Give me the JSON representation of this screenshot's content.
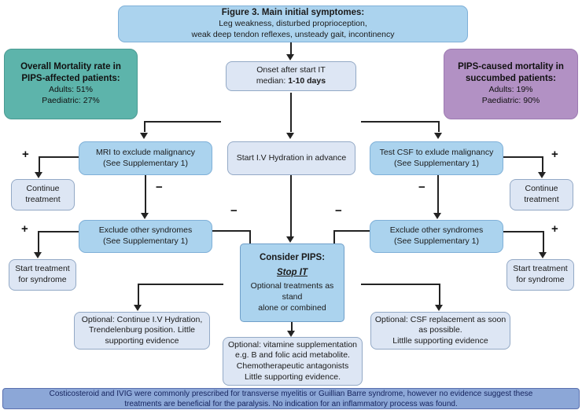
{
  "title_box": {
    "line1": "Figure 3. Main initial symptomes:",
    "line2": "Leg weakness, disturbed proprioception,",
    "line3": "weak deep tendon reflexes, unsteady gait, incontinency"
  },
  "mortality_overall": {
    "line1": "Overall Mortality rate in",
    "line2": "PIPS-affected patients:",
    "adults": "Adults: 51%",
    "paediatric": "Paediatric: 27%"
  },
  "mortality_pips": {
    "line1": "PIPS-caused mortality in",
    "line2": "succumbed patients:",
    "adults": "Adults: 19%",
    "paediatric": "Paediatric: 90%"
  },
  "onset": {
    "line1": "Onset after start IT",
    "median_label": "median: ",
    "median_value": "1-10 days"
  },
  "mri": {
    "line1": "MRI to exclude malignancy",
    "line2": "(See Supplementary 1)"
  },
  "hydration": {
    "line1": "Start I.V Hydration in advance"
  },
  "csf": {
    "line1": "Test CSF to exlude malignancy",
    "line2": "(See Supplementary 1)"
  },
  "continue_box": {
    "line1": "Continue",
    "line2": "treatment"
  },
  "exclude_box": {
    "line1": "Exclude other syndromes",
    "line2": "(See Supplementary 1)"
  },
  "start_treatment_box": {
    "line1": "Start treatment",
    "line2": "for syndrome"
  },
  "consider": {
    "title": "Consider PIPS:",
    "stop": "Stop IT",
    "line1": "Optional treatments as stand",
    "line2": "alone or combined"
  },
  "optional_left": {
    "line1": "Optional: Continue I.V Hydration,",
    "line2": "Trendelenburg position. Little",
    "line3": "supporting evidence"
  },
  "optional_center": {
    "line1": "Optional: vitamine supplementation",
    "line2": "e.g. B and folic acid metabolite.",
    "line3": "Chemotherapeutic antagonists",
    "line4": "Little supporting evidence."
  },
  "optional_right": {
    "line1": "Optional: CSF replacement as soon",
    "line2": "as possible.",
    "line3": "Littlle supporting evidence"
  },
  "banner": {
    "line1": "Costicosteroid and IVIG were commonly prescribed for transverse myelitis or Guillian Barre syndrome, however no evidence suggest these",
    "line2": "treatments are beneficial for the paralysis. No indication for an inflammatory process was found."
  },
  "signs": {
    "plus": "+",
    "minus": "−"
  },
  "colors": {
    "node_blue": "#abd3ee",
    "node_pale": "#dde6f4",
    "teal": "#5db4ab",
    "purple": "#b291c4",
    "banner_fill": "#8ca7d7",
    "banner_text": "#16245e",
    "line": "#232323"
  }
}
